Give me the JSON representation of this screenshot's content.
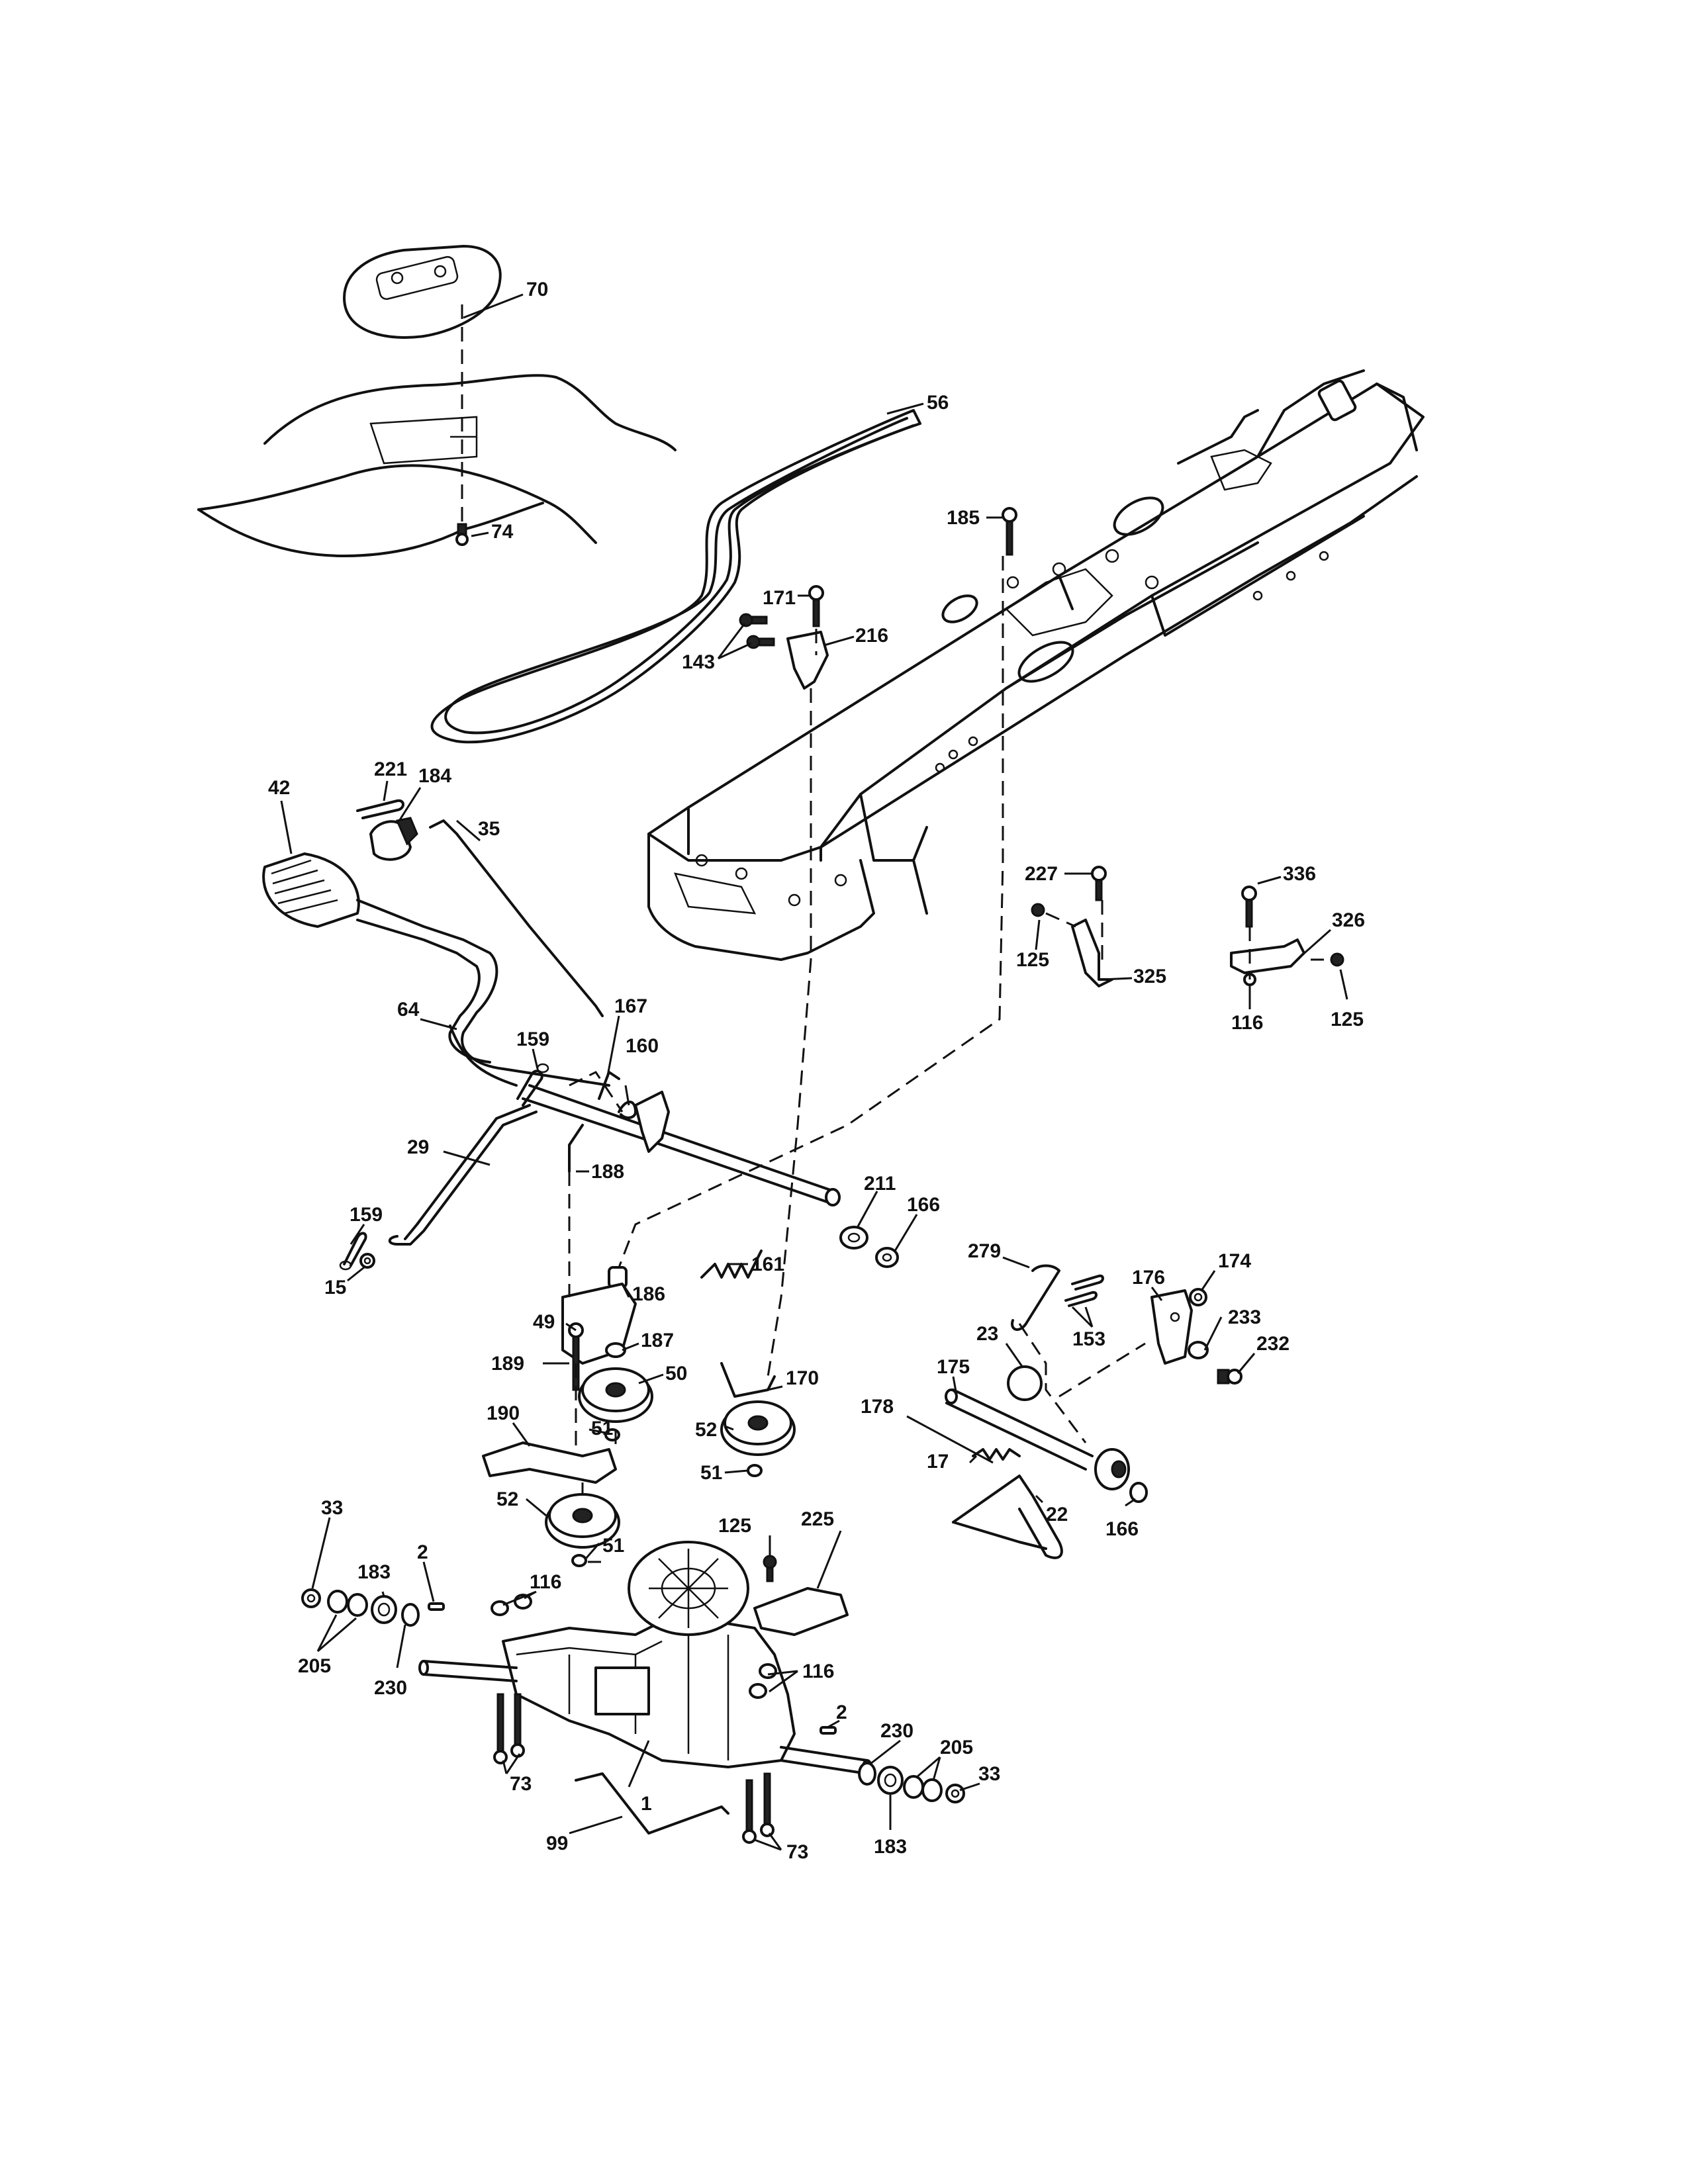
{
  "callouts": {
    "c70": "70",
    "c56": "56",
    "c74": "74",
    "c185": "185",
    "c171": "171",
    "c216": "216",
    "c143": "143",
    "c221": "221",
    "c184": "184",
    "c42": "42",
    "c35": "35",
    "c227": "227",
    "c336": "336",
    "c326": "326",
    "c125a": "125",
    "c325": "325",
    "c125b": "125",
    "c116a": "116",
    "c64": "64",
    "c167": "167",
    "c159a": "159",
    "c160": "160",
    "c29": "29",
    "c188": "188",
    "c211": "211",
    "c166a": "166",
    "c159b": "159",
    "c15": "15",
    "c161": "161",
    "c186": "186",
    "c279": "279",
    "c176": "176",
    "c174": "174",
    "c49": "49",
    "c187": "187",
    "c189": "189",
    "c50": "50",
    "c170": "170",
    "c23": "23",
    "c153": "153",
    "c233": "233",
    "c232": "232",
    "c175": "175",
    "c178": "178",
    "c190": "190",
    "c51a": "51",
    "c52a": "52",
    "c51b": "51",
    "c17": "17",
    "c22": "22",
    "c166b": "166",
    "c33a": "33",
    "c52b": "52",
    "c51c": "51",
    "c125c": "125",
    "c225": "225",
    "c183a": "183",
    "c2a": "2",
    "c116b": "116",
    "c205a": "205",
    "c230a": "230",
    "c116c": "116",
    "c2b": "2",
    "c73a": "73",
    "c230b": "230",
    "c205b": "205",
    "c33b": "33",
    "c1": "1",
    "c99": "99",
    "c73b": "73",
    "c183b": "183"
  }
}
